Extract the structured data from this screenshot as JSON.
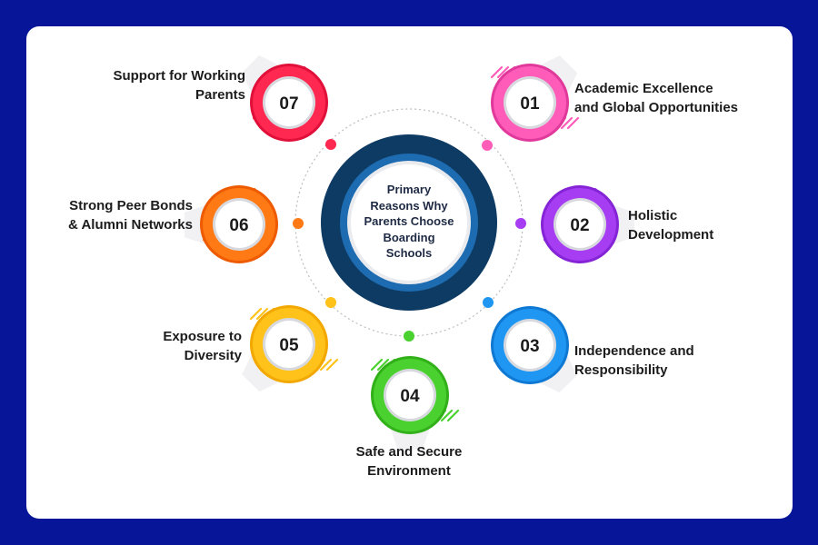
{
  "title": "Primary\nReasons Why\nParents Choose\nBoarding\nSchools",
  "items": [
    {
      "num": "01",
      "label": "Academic Excellence\nand Global Opportunities",
      "color": "#ff5bb8",
      "dark": "#e0399b"
    },
    {
      "num": "02",
      "label": "Holistic\nDevelopment",
      "color": "#a63df2",
      "dark": "#8424d6"
    },
    {
      "num": "03",
      "label": "Independence and\nResponsibility",
      "color": "#1f97f2",
      "dark": "#0e78d3"
    },
    {
      "num": "04",
      "label": "Safe and Secure\nEnvironment",
      "color": "#4ad12f",
      "dark": "#32b01a"
    },
    {
      "num": "05",
      "label": "Exposure to\nDiversity",
      "color": "#ffc21a",
      "dark": "#f2a800"
    },
    {
      "num": "06",
      "label": "Strong Peer Bonds\n& Alumni Networks",
      "color": "#ff7a14",
      "dark": "#ee5a00"
    },
    {
      "num": "07",
      "label": "Support for Working\nParents",
      "color": "#ff2850",
      "dark": "#e0103a"
    }
  ],
  "colors": {
    "background": "#071598",
    "card": "#ffffff",
    "hub_outer": "#0e3b63",
    "hub_ring": "#1d6bb0",
    "connector": "#bdbdbd"
  },
  "icons": {
    "stripes": "diagonal-stripe-accent"
  }
}
